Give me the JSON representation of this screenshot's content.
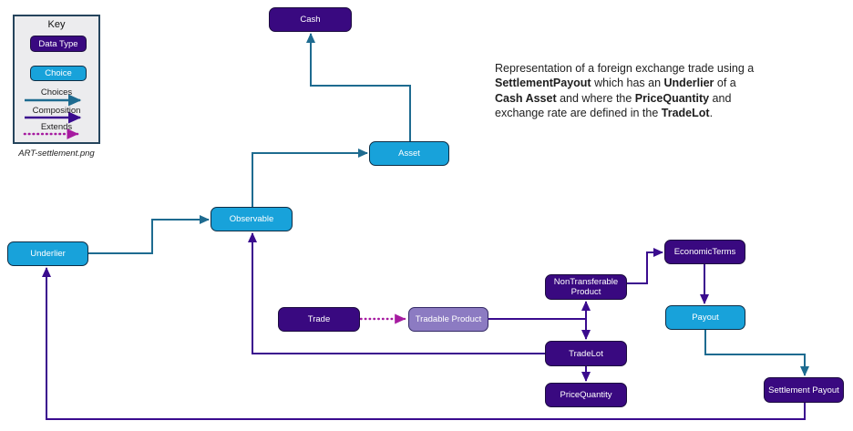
{
  "colors": {
    "background": "#FFFFFF",
    "text": "#1E1E1E",
    "data_type_fill": "#390980",
    "data_type_border": "#1C0C3F",
    "choice_fill": "#18A2DA",
    "choice_border": "#0E2D45",
    "product_fill": "#8C7BC2",
    "product_border": "#342A66",
    "choices_arrow": "#1E6B90",
    "composition_arrow": "#3A0B8E",
    "extends_arrow": "#A61BA0",
    "key_panel_fill": "#ECECEE",
    "key_panel_border": "#25445C"
  },
  "key": {
    "title": "Key",
    "data_type_label": "Data Type",
    "choice_label": "Choice",
    "legend": [
      {
        "label": "Choices",
        "type": "choices"
      },
      {
        "label": "Composition",
        "type": "composition"
      },
      {
        "label": "Extends",
        "type": "extends"
      }
    ],
    "caption": "ART-settlement.png"
  },
  "description": {
    "lines": [
      [
        {
          "text": "Representation of a foreign exchange trade using a",
          "bold": false
        }
      ],
      [
        {
          "text": "SettlementPayout",
          "bold": true
        },
        {
          "text": " which has an ",
          "bold": false
        },
        {
          "text": "Underlier",
          "bold": true
        },
        {
          "text": " of a",
          "bold": false
        }
      ],
      [
        {
          "text": "Cash Asset",
          "bold": true
        },
        {
          "text": " and where the ",
          "bold": false
        },
        {
          "text": "PriceQuantity",
          "bold": true
        },
        {
          "text": " and",
          "bold": false
        }
      ],
      [
        {
          "text": "exchange rate are defined in the ",
          "bold": false
        },
        {
          "text": "TradeLot",
          "bold": true
        },
        {
          "text": ".",
          "bold": false
        }
      ]
    ]
  },
  "nodes": {
    "cash": {
      "label": "Cash",
      "type": "data_type"
    },
    "asset": {
      "label": "Asset",
      "type": "choice"
    },
    "observable": {
      "label": "Observable",
      "type": "choice"
    },
    "underlier": {
      "label": "Underlier",
      "type": "choice"
    },
    "trade": {
      "label": "Trade",
      "type": "data_type"
    },
    "tradable_product": {
      "label": "Tradable Product",
      "type": "product"
    },
    "nontransferable_product": {
      "label": "NonTransferable Product",
      "type": "data_type"
    },
    "economic_terms": {
      "label": "EconomicTerms",
      "type": "data_type"
    },
    "payout": {
      "label": "Payout",
      "type": "choice"
    },
    "tradelot": {
      "label": "TradeLot",
      "type": "data_type"
    },
    "price_quantity": {
      "label": "PriceQuantity",
      "type": "data_type"
    },
    "settlement_payout": {
      "label": "Settlement Payout",
      "type": "data_type"
    }
  },
  "edges": [
    {
      "from": "Asset",
      "to": "Cash",
      "type": "choices"
    },
    {
      "from": "Observable",
      "to": "Asset",
      "type": "choices"
    },
    {
      "from": "Underlier",
      "to": "Observable",
      "type": "choices"
    },
    {
      "from": "Trade",
      "to": "TradableProduct",
      "type": "extends"
    },
    {
      "from": "TradableProduct",
      "to": "NonTransferableProduct",
      "type": "composition"
    },
    {
      "from": "TradableProduct",
      "to": "TradeLot",
      "type": "composition"
    },
    {
      "from": "NonTransferableProduct",
      "to": "EconomicTerms",
      "type": "composition"
    },
    {
      "from": "EconomicTerms",
      "to": "Payout",
      "type": "composition"
    },
    {
      "from": "Payout",
      "to": "SettlementPayout",
      "type": "choices"
    },
    {
      "from": "TradeLot",
      "to": "PriceQuantity",
      "type": "composition"
    },
    {
      "from": "TradeLot",
      "to": "Observable",
      "type": "composition"
    },
    {
      "from": "SettlementPayout",
      "to": "Underlier",
      "type": "composition"
    }
  ]
}
